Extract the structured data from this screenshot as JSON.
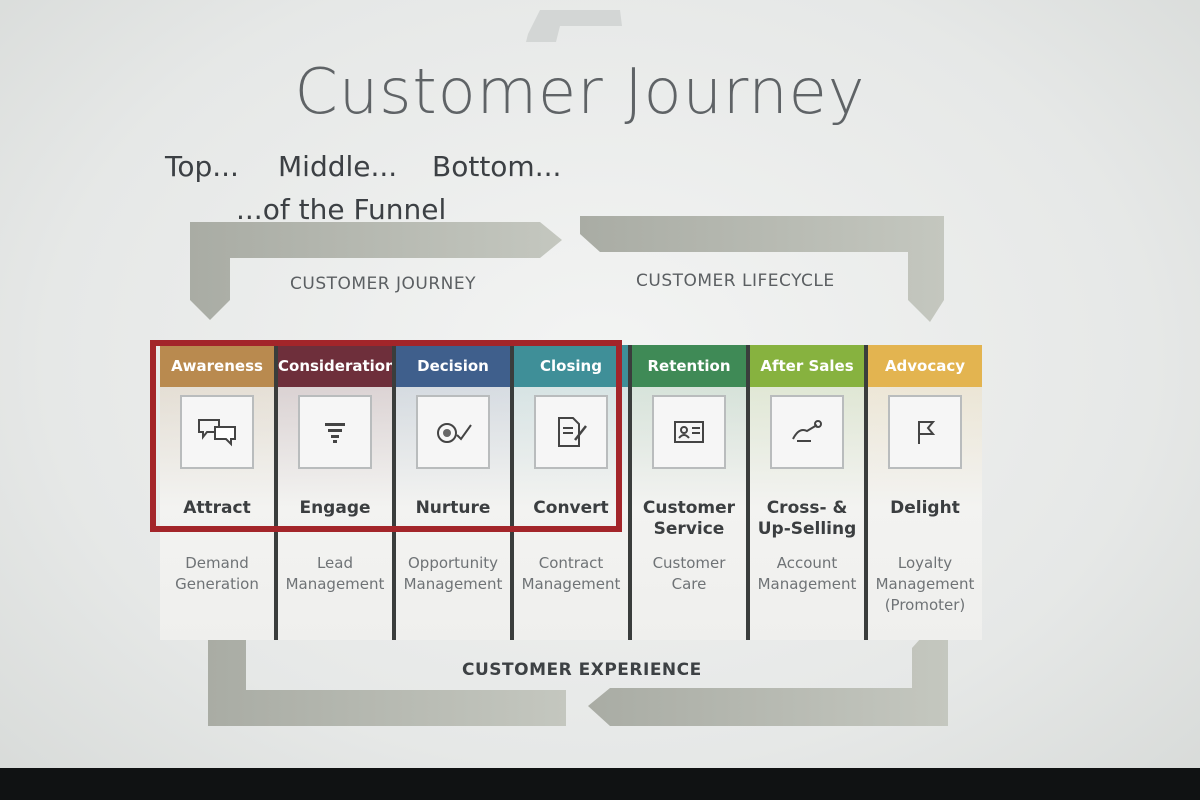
{
  "title": "Customer Journey",
  "funnel": {
    "top": "Top...",
    "middle": "Middle...",
    "bottom": "Bottom...",
    "sub": "...of the Funnel"
  },
  "cycle": {
    "journey": "CUSTOMER JOURNEY",
    "lifecycle": "CUSTOMER LIFECYCLE",
    "experience": "CUSTOMER EXPERIENCE"
  },
  "stages": [
    {
      "stage": "Awareness",
      "action": "Attract",
      "desc_line1": "Demand",
      "desc_line2": "Generation",
      "desc_line3": "",
      "icon": "chat-bubbles-icon",
      "color": "#b98a4f"
    },
    {
      "stage": "Consideration",
      "action": "Engage",
      "desc_line1": "Lead",
      "desc_line2": "Management",
      "desc_line3": "",
      "icon": "funnel-icon",
      "color": "#6e2f3b"
    },
    {
      "stage": "Decision",
      "action": "Nurture",
      "desc_line1": "Opportunity",
      "desc_line2": "Management",
      "desc_line3": "",
      "icon": "target-check-icon",
      "color": "#3f5f8c"
    },
    {
      "stage": "Closing",
      "action": "Convert",
      "desc_line1": "Contract",
      "desc_line2": "Management",
      "desc_line3": "",
      "icon": "document-pen-icon",
      "color": "#3f8f98"
    },
    {
      "stage": "Retention",
      "action": "Customer Service",
      "desc_line1": "Customer",
      "desc_line2": "Care",
      "desc_line3": "",
      "icon": "id-card-icon",
      "color": "#3f8a56"
    },
    {
      "stage": "After Sales",
      "action": "Cross- & Up-Selling",
      "desc_line1": "Account",
      "desc_line2": "Management",
      "desc_line3": "",
      "icon": "handshake-icon",
      "color": "#87b23f"
    },
    {
      "stage": "Advocacy",
      "action": "Delight",
      "desc_line1": "Loyalty",
      "desc_line2": "Management",
      "desc_line3": "(Promoter)",
      "icon": "flag-icon",
      "color": "#e3b450"
    }
  ]
}
